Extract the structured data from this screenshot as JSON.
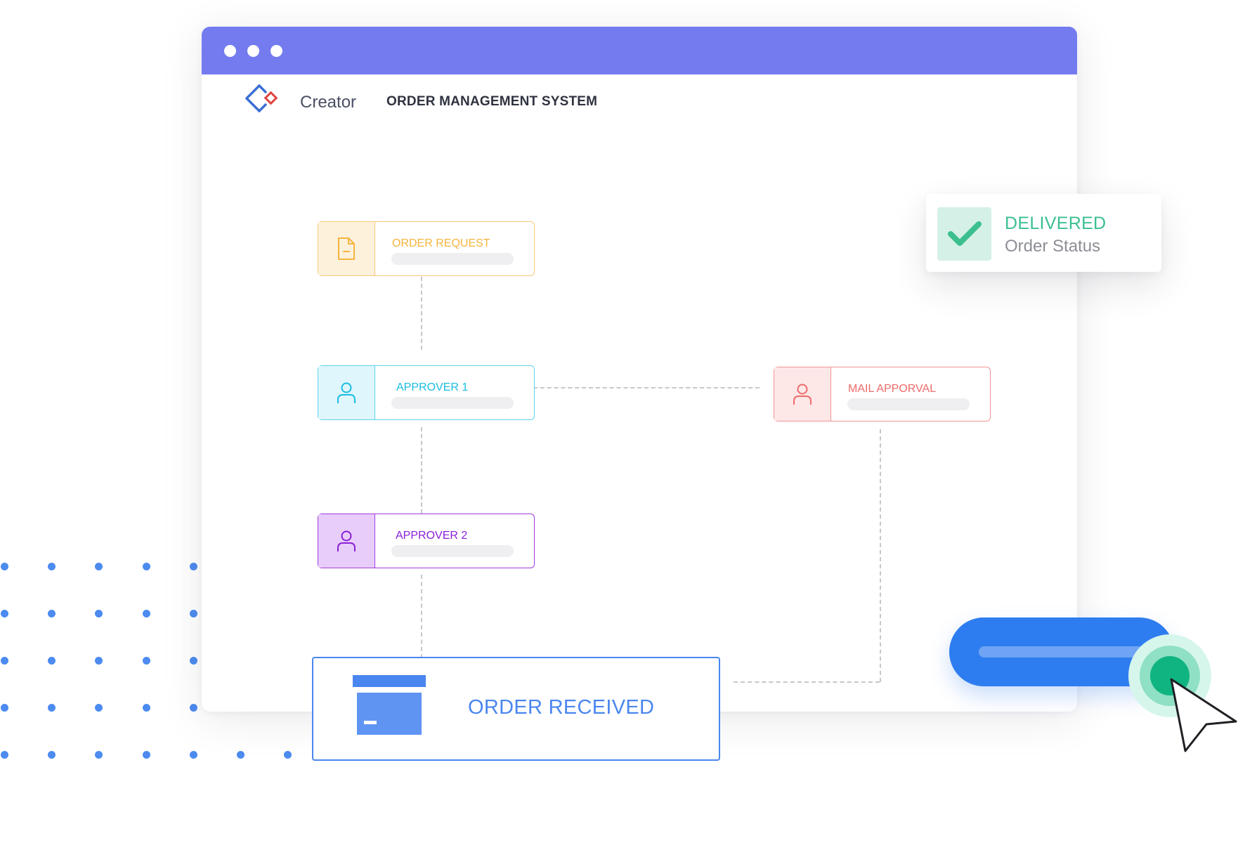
{
  "app": {
    "name": "Creator",
    "title": "ORDER MANAGEMENT SYSTEM"
  },
  "nodes": {
    "order_request": {
      "label": "ORDER REQUEST",
      "icon": "document-icon",
      "color": "#f5b43c"
    },
    "approver_1": {
      "label": "APPROVER 1",
      "icon": "user-icon",
      "color": "#1bbde0"
    },
    "approver_2": {
      "label": "APPROVER 2",
      "icon": "user-icon",
      "color": "#8a1fd6"
    },
    "mail_approval": {
      "label": "MAIL APPORVAL",
      "icon": "user-icon",
      "color": "#ee6b6b"
    },
    "order_received": {
      "label": "ORDER RECEIVED",
      "icon": "box-icon",
      "color": "#4a86ef"
    }
  },
  "status": {
    "title": "DELIVERED",
    "subtitle": "Order Status",
    "icon": "checkmark-icon",
    "color": "#3bbf8f"
  },
  "colors": {
    "titlebar": "#737bef",
    "accent_blue": "#2e7df0",
    "toggle_knob": "#10b481"
  }
}
